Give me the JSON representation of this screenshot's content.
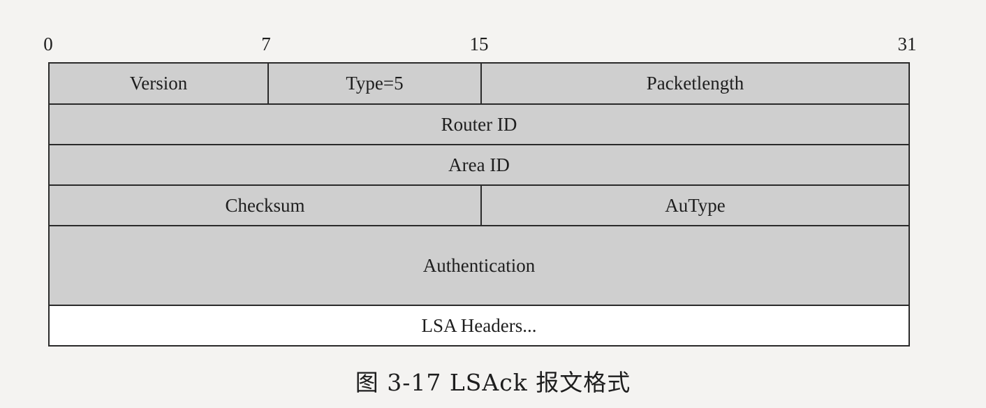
{
  "bit_labels": {
    "b0": "0",
    "b7": "7",
    "b15": "15",
    "b31": "31"
  },
  "fields": {
    "version": "Version",
    "type": "Type=5",
    "packet_length": "Packetlength",
    "router_id": "Router ID",
    "area_id": "Area ID",
    "checksum": "Checksum",
    "autype": "AuType",
    "authentication": "Authentication",
    "lsa_headers": "LSA Headers..."
  },
  "caption": "图 3-17   LSAck 报文格式",
  "colors": {
    "field_fill": "#cfcfcf",
    "border": "#2a2a2a",
    "background": "#f4f3f1"
  }
}
